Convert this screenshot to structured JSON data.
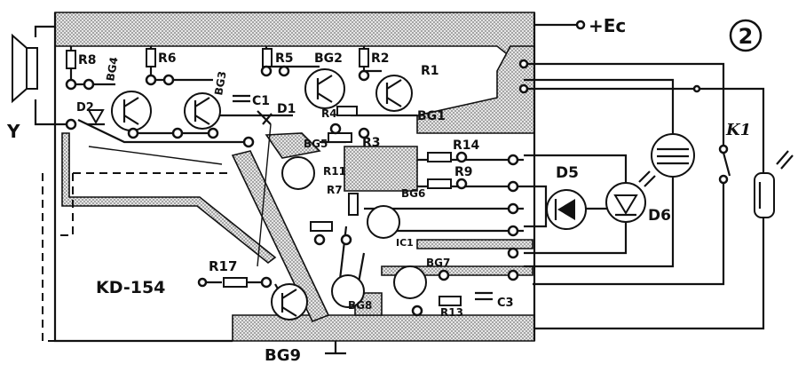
{
  "figure_number": "2",
  "supply_label": "+Ec",
  "board_label": "KD-154",
  "speaker_label": "Y",
  "switch_label": "K1",
  "ground_transistor_label": "BG9",
  "resistor_labels": [
    "R8",
    "R6",
    "R5",
    "R2",
    "R1",
    "R4",
    "R3",
    "R14",
    "R9",
    "R11",
    "R17",
    "R13",
    "R7"
  ],
  "transistor_labels": [
    "BG4",
    "BG3",
    "BG2",
    "BG1",
    "BG5",
    "BG6",
    "BG7",
    "BG8"
  ],
  "diode_labels": [
    "D2",
    "D1",
    "D5",
    "D6"
  ],
  "capacitor_labels": [
    "C1",
    "C3"
  ],
  "ic_labels": [
    "IC1"
  ],
  "colors": {
    "ink": "#111111",
    "paper": "#ffffff",
    "copper_pattern": "#9a9a9a"
  }
}
